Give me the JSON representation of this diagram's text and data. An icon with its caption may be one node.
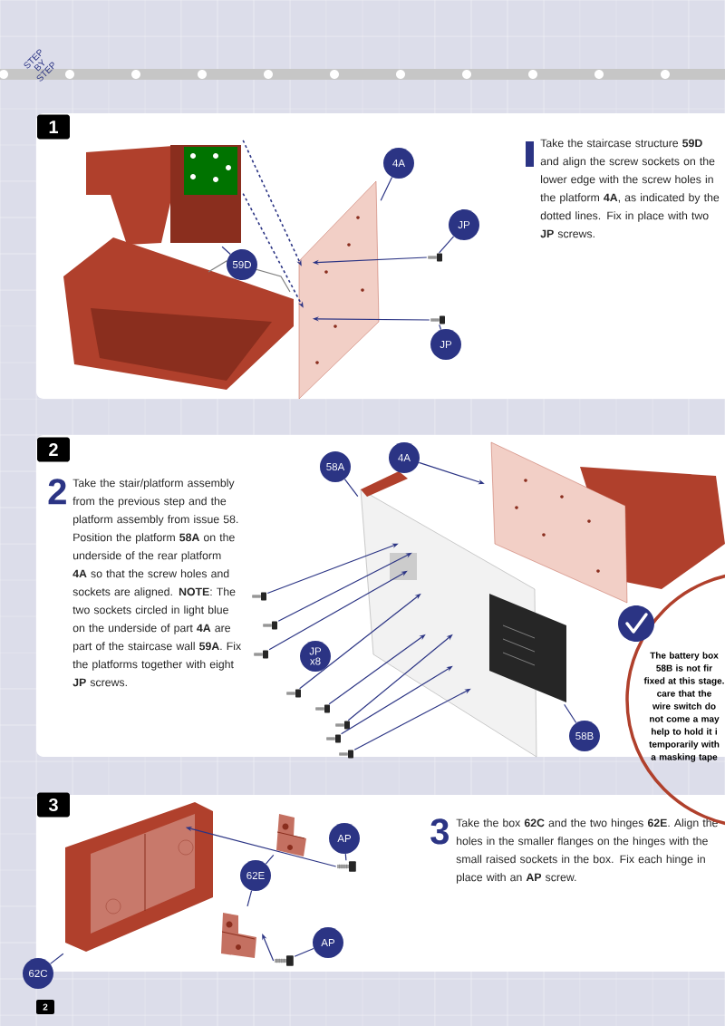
{
  "diagram": {
    "nodes": [
      {
        "text": [],
        "shape": "picture"
      },
      {
        "text": [
          "59D"
        ]
      },
      {
        "text": [],
        "shape": "picture"
      },
      {
        "text": [
          "4A"
        ]
      },
      {
        "text": [],
        "shape": "picture"
      },
      {
        "text": [
          "JP"
        ]
      },
      {
        "text": [],
        "shape": "picture"
      },
      {
        "text": [
          "JP"
        ]
      },
      {
        "text": [
          "58A"
        ]
      },
      {
        "text": [],
        "shape": "picture"
      },
      {
        "text": [
          "4A"
        ]
      },
      {
        "text": [],
        "shape": "picture"
      },
      {
        "text": [],
        "shape": "picture"
      },
      {
        "text": [],
        "shape": "picture"
      },
      {
        "text": [],
        "shape": "picture"
      },
      {
        "text": [],
        "shape": "picture"
      },
      {
        "text": [],
        "shape": "picture"
      },
      {
        "text": [],
        "shape": "picture"
      },
      {
        "text": [],
        "shape": "picture"
      },
      {
        "text": [],
        "shape": "picture"
      },
      {
        "text": [
          "JP x8"
        ]
      },
      {
        "text": [],
        "shape": "picture"
      },
      {
        "text": [
          "58B"
        ]
      },
      {
        "text": [
          "The battery box 58B is not fir fixed at this stage. care that the wire switch do not come a may help to hold it i temporarily with a masking tape"
        ]
      },
      {
        "text": [],
        "shape": "picture"
      },
      {
        "text": [
          "62C"
        ]
      },
      {
        "text": [],
        "shape": "picture"
      },
      {
        "text": [],
        "shape": "picture"
      },
      {
        "text": [
          "62E"
        ]
      },
      {
        "text": [],
        "shape": "picture"
      },
      {
        "text": [
          "AP"
        ]
      },
      {
        "text": [],
        "shape": "picture"
      },
      {
        "text": [
          "AP"
        ]
      }
    ],
    "edges": [
      {
        "from": 1,
        "to": 0,
        "arrow": "none"
      },
      {
        "from": 3,
        "to": 2,
        "arrow": "none"
      },
      {
        "from": 5,
        "to": 4,
        "arrow": "none"
      },
      {
        "from": 7,
        "to": 6,
        "arrow": "none"
      },
      {
        "from": 0,
        "to": 2,
        "arrow": "to",
        "style": "dashed"
      },
      {
        "from": 0,
        "to": 2,
        "arrow": "to",
        "style": "dashed"
      },
      {
        "from": 4,
        "to": 2,
        "arrow": "to"
      },
      {
        "from": 6,
        "to": 2,
        "arrow": "to"
      },
      {
        "from": 8,
        "to": 9,
        "arrow": "none"
      },
      {
        "from": 10,
        "to": 11,
        "arrow": "to"
      },
      {
        "from": 12,
        "to": 9,
        "arrow": "to"
      },
      {
        "from": 13,
        "to": 9,
        "arrow": "to"
      },
      {
        "from": 14,
        "to": 9,
        "arrow": "to"
      },
      {
        "from": 15,
        "to": 9,
        "arrow": "to"
      },
      {
        "from": 16,
        "to": 9,
        "arrow": "to"
      },
      {
        "from": 17,
        "to": 9,
        "arrow": "to"
      },
      {
        "from": 18,
        "to": 9,
        "arrow": "to"
      },
      {
        "from": 19,
        "to": 9,
        "arrow": "to"
      },
      {
        "from": 22,
        "to": 21,
        "arrow": "none"
      },
      {
        "from": 25,
        "to": 24,
        "arrow": "none"
      },
      {
        "from": 28,
        "to": 26,
        "arrow": "none"
      },
      {
        "from": 28,
        "to": 27,
        "arrow": "none"
      },
      {
        "from": 30,
        "to": 29,
        "arrow": "none"
      },
      {
        "from": 32,
        "to": 31,
        "arrow": "none"
      },
      {
        "from": 29,
        "to": 24,
        "arrow": "to"
      },
      {
        "from": 31,
        "to": 27,
        "arrow": "to"
      }
    ],
    "labels": [
      "STEP BY STEP",
      "1",
      "Take the staircase structure **59D** and align the screw sockets on the lower edge with the screw holes in the platform **4A**, as indicated by the dotted lines. Fix in place with two **JP** screws.",
      "2",
      "2",
      "Take the stair/platform assembly from the previous step and the platform assembly from issue 58. Position the platform **58A** on the underside of the rear platform **4A** so that the screw holes and sockets are aligned. **NOTE**: The two sockets circled in light blue on the underside of part **4A** are part of the staircase wall **59A**. Fix the platforms together with eight **JP** screws.",
      "3",
      "3",
      "Take the box **62C** and the two hinges **62E**. Align the holes in the smaller flanges on the hinges with the small raised sockets in the box. Fix each hinge in place with an **AP** screw.",
      "2"
    ]
  }
}
